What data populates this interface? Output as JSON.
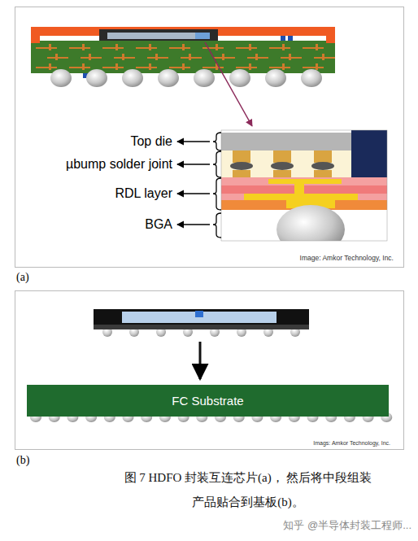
{
  "diagram": {
    "caption": "图 7 HDFO 封装互连芯片(a)， 然后将中段组装产品贴合到基板(b)。",
    "nodes": [
      {
        "text": [
          "FC Substrate"
        ]
      }
    ],
    "labels": [
      "Top die",
      "µbump solder joint",
      "RDL layer",
      "BGA",
      "Image: Amkor Technology, Inc.",
      "(a)",
      "Imags: Amkor Technology, Inc.",
      "(b)",
      "知乎 @半导体封装工程师..."
    ]
  }
}
